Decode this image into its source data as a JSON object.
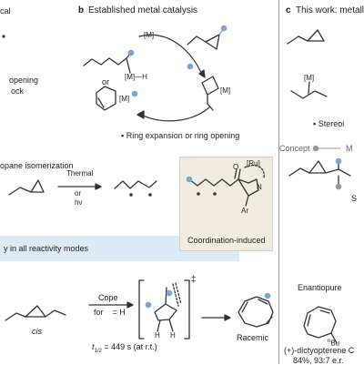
{
  "panel_a": {
    "header_fragment": "cal",
    "opening_fragment": "opening",
    "block_fragment": "ock"
  },
  "panel_b": {
    "letter": "b",
    "title": "Established metal catalysis",
    "metal_top": "[M]",
    "metal_hydride": "[M]—H",
    "or_label": "or",
    "metal_ring1": "[M]",
    "metal_ring2": "[M]",
    "bullet_note": "Ring expansion or ring opening"
  },
  "panel_c": {
    "letter": "c",
    "title": "This work: metallo",
    "metal_label": "[M]",
    "stereo_note": "Stereoi",
    "concept_label": "Concept",
    "m_label": "M",
    "s_fragment": "S",
    "enantiopure_label": "Enantiopure",
    "compound_name": "(+)-dictyopterene C",
    "compound_yield": "84%, 93:7 e.r.",
    "bu_label": "Bu"
  },
  "isomerization": {
    "title_fragment": "opane isomerization",
    "thermal_label": "Thermal",
    "or_label": "or",
    "hv_label": "hν",
    "ru_label": "[Ru]",
    "o_label": "O",
    "n_label": "N",
    "ar_label": "Ar",
    "coordination_label": "Coordination-induced"
  },
  "reactivity_note": "y in all reactivity modes",
  "cope": {
    "cope_label": "Cope",
    "condition_for": "for",
    "condition_h": "= H",
    "cis_label": "cis",
    "half_life": "t1/2 = 449 s (at r.t.)",
    "half_life_t": "t",
    "half_life_sub": "1/2",
    "half_life_rest": " = 449 s (at r.t.)",
    "dagger": "‡",
    "h_label_1": "H",
    "h_label_2": "H",
    "racemic_label": "Racemic"
  },
  "colors": {
    "accent_blue": "#7aa6d6",
    "box_blue": "#dde9f3",
    "box_beige": "#f1ece1",
    "line": "#333333",
    "separator": "#9a9a9a"
  }
}
